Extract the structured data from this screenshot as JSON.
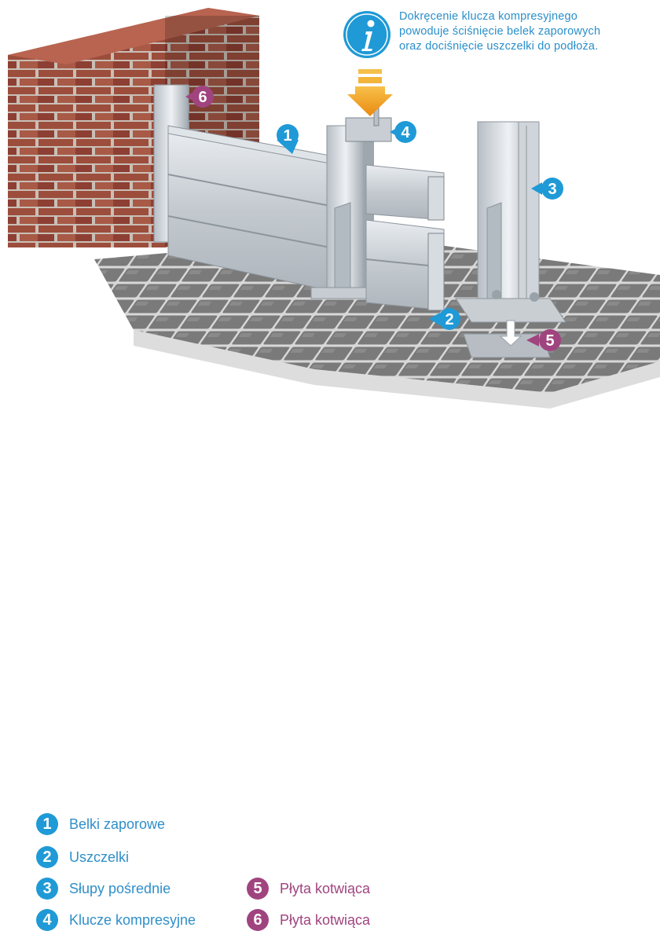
{
  "info": {
    "icon": "info-icon",
    "lines": [
      "Dokręcenie klucza kompresyjnego",
      "powoduje ściśnięcie belek zaporowych",
      "oraz dociśnięcie uszczelki do podłoża."
    ]
  },
  "callouts": [
    {
      "num": "1",
      "color": "#1f9ad6"
    },
    {
      "num": "2",
      "color": "#1f9ad6"
    },
    {
      "num": "3",
      "color": "#1f9ad6"
    },
    {
      "num": "4",
      "color": "#1f9ad6"
    },
    {
      "num": "5",
      "color": "#a0447f"
    },
    {
      "num": "6",
      "color": "#a0447f"
    }
  ],
  "legend": [
    {
      "num": "1",
      "label": "Belki zaporowe",
      "group": "blue"
    },
    {
      "num": "2",
      "label": "Uszczelki",
      "group": "blue"
    },
    {
      "num": "3",
      "label": "Słupy pośrednie",
      "group": "blue"
    },
    {
      "num": "4",
      "label": "Klucze kompresyjne",
      "group": "blue"
    },
    {
      "num": "5",
      "label": "Płyta kotwiąca",
      "group": "purple"
    },
    {
      "num": "6",
      "label": "Płyta kotwiąca",
      "group": "purple"
    }
  ],
  "colors": {
    "blue": "#1f9ad6",
    "purple": "#a0447f",
    "arrow": "#f0a020",
    "brick": "#9a4a3a"
  }
}
